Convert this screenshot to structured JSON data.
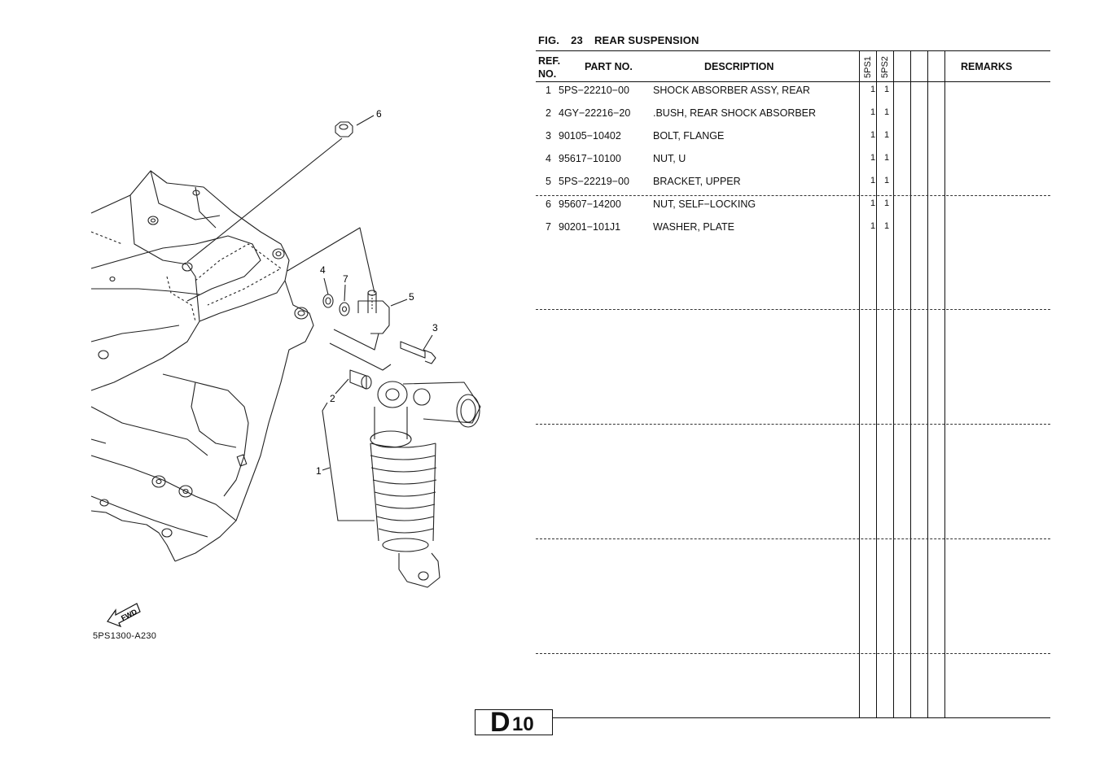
{
  "figure": {
    "fig_label": "FIG.",
    "fig_number": "23",
    "title": "REAR SUSPENSION"
  },
  "table": {
    "headers": {
      "ref": "REF.",
      "no": "NO.",
      "part_no": "PART NO.",
      "description": "DESCRIPTION",
      "model1": "5PS1",
      "model2": "5PS2",
      "remarks": "REMARKS"
    },
    "rows": [
      {
        "ref": "1",
        "part_no": "5PS−22210−00",
        "description": "SHOCK ABSORBER ASSY, REAR",
        "q1": "1",
        "q2": "1"
      },
      {
        "ref": "2",
        "part_no": "4GY−22216−20",
        "description": ".BUSH, REAR SHOCK ABSORBER",
        "q1": "1",
        "q2": "1"
      },
      {
        "ref": "3",
        "part_no": "90105−10402",
        "description": "BOLT, FLANGE",
        "q1": "1",
        "q2": "1"
      },
      {
        "ref": "4",
        "part_no": "95617−10100",
        "description": "NUT, U",
        "q1": "1",
        "q2": "1"
      },
      {
        "ref": "5",
        "part_no": "5PS−22219−00",
        "description": "BRACKET, UPPER",
        "q1": "1",
        "q2": "1"
      },
      {
        "ref": "6",
        "part_no": "95607−14200",
        "description": "NUT, SELF−LOCKING",
        "q1": "1",
        "q2": "1"
      },
      {
        "ref": "7",
        "part_no": "90201−101J1",
        "description": "WASHER, PLATE",
        "q1": "1",
        "q2": "1"
      }
    ]
  },
  "diagram": {
    "code": "5PS1300-A230",
    "fwd_label": "FWD",
    "callouts": [
      "1",
      "2",
      "3",
      "4",
      "5",
      "6",
      "7"
    ]
  },
  "page": {
    "letter": "D",
    "number": "10"
  }
}
